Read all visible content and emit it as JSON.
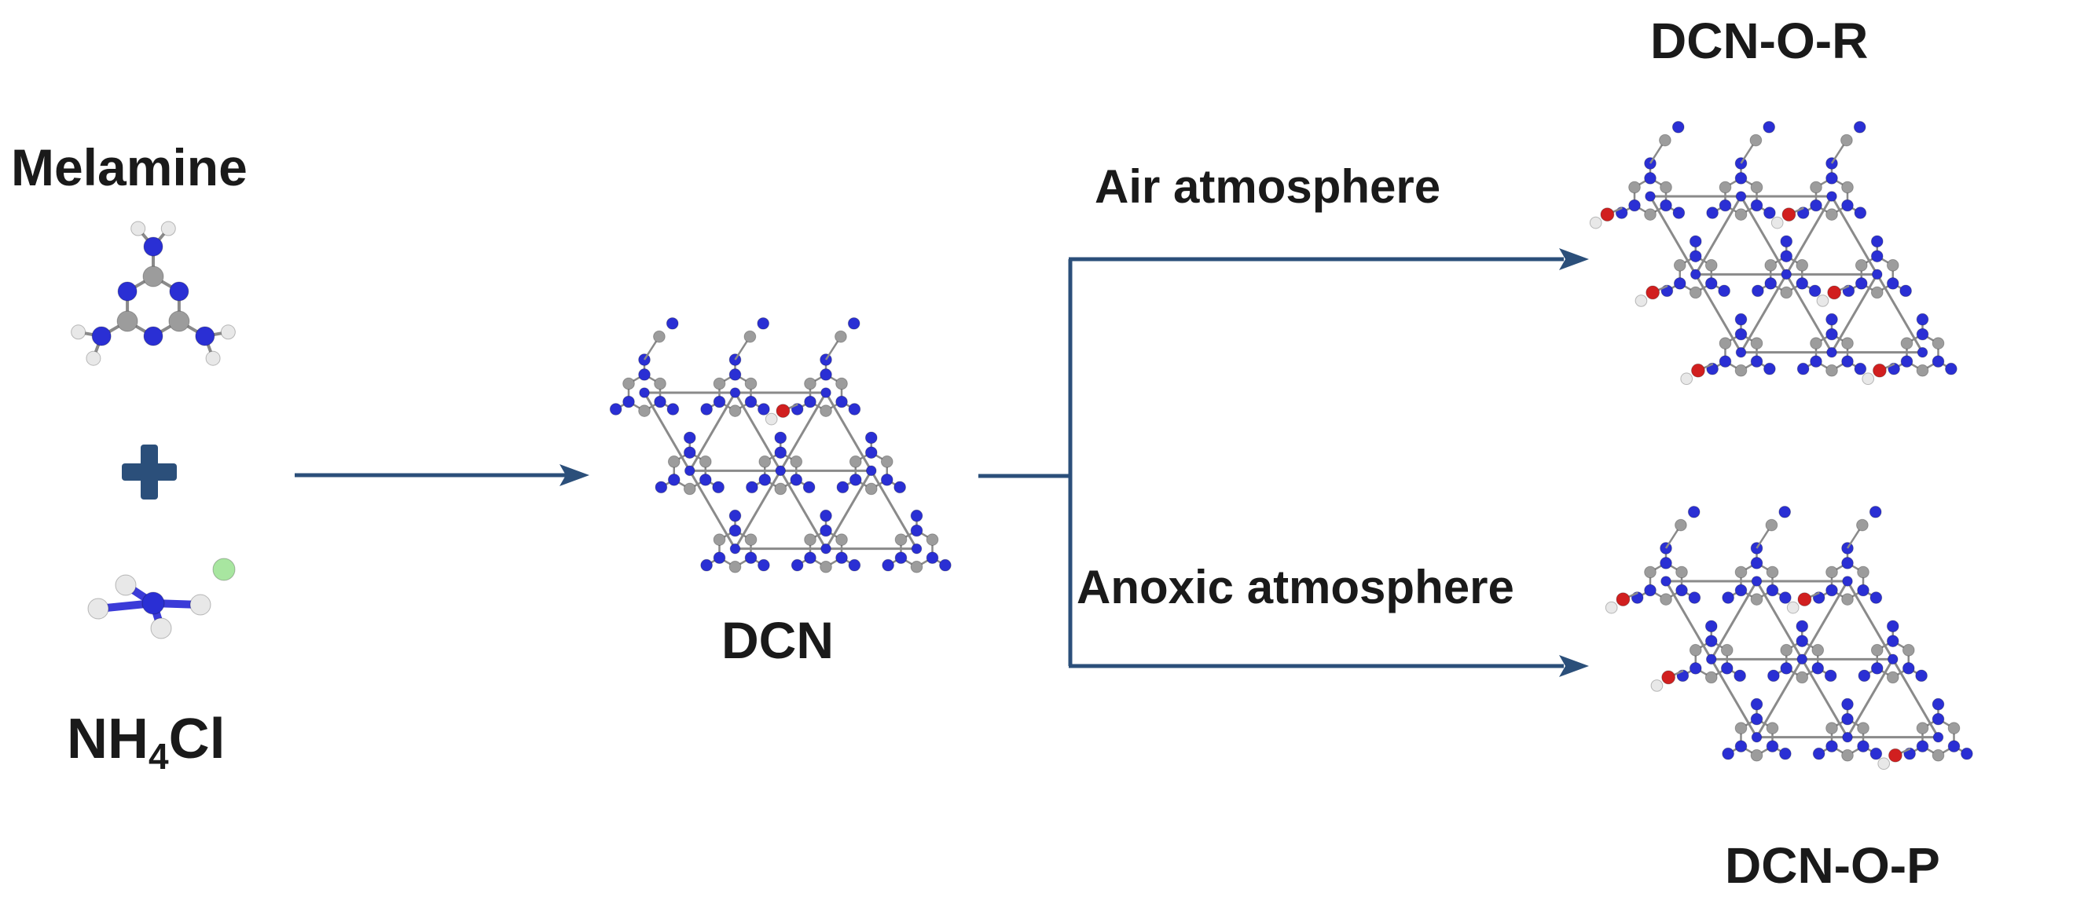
{
  "reactants": {
    "melamine_label": "Melamine",
    "nh4cl_main": "NH",
    "nh4cl_sub": "4",
    "nh4cl_tail": "Cl"
  },
  "intermediate": {
    "label": "DCN"
  },
  "branches": {
    "air_label": "Air atmosphere",
    "anoxic_label": "Anoxic atmosphere"
  },
  "products": {
    "top_label": "DCN-O-R",
    "bottom_label": "DCN-O-P"
  },
  "colors": {
    "arrow": "#2b4f7a",
    "nitrogen": "#2a2fd4",
    "carbon": "#9c9c9c",
    "oxygen": "#d11f1f",
    "hydrogen": "#e8e8e8",
    "chlorine": "#a8e6a0"
  }
}
